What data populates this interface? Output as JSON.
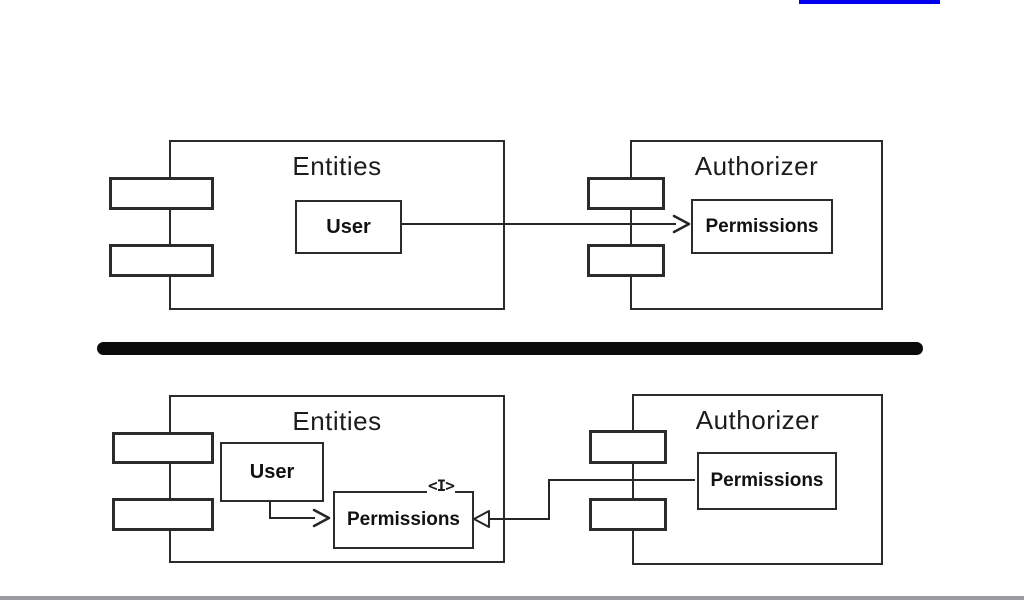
{
  "window": {
    "background": "#ffffff"
  },
  "artifacts": {
    "hyperlink_underline": {
      "color": "#0000ee"
    },
    "bottom_bar": {
      "color": "#9b9ba1"
    }
  },
  "diagram": {
    "divider_color": "#0b0b0b",
    "line_color": "#262626",
    "top": {
      "entities_package": {
        "title": "Entities",
        "nodes": [
          {
            "label": "User"
          }
        ]
      },
      "authorizer_package": {
        "title": "Authorizer",
        "nodes": [
          {
            "label": "Permissions"
          }
        ]
      }
    },
    "bottom": {
      "entities_package": {
        "title": "Entities",
        "interface_label": "<I>",
        "nodes": [
          {
            "label": "User"
          },
          {
            "label": "Permissions"
          }
        ]
      },
      "authorizer_package": {
        "title": "Authorizer",
        "nodes": [
          {
            "label": "Permissions"
          }
        ]
      }
    }
  }
}
